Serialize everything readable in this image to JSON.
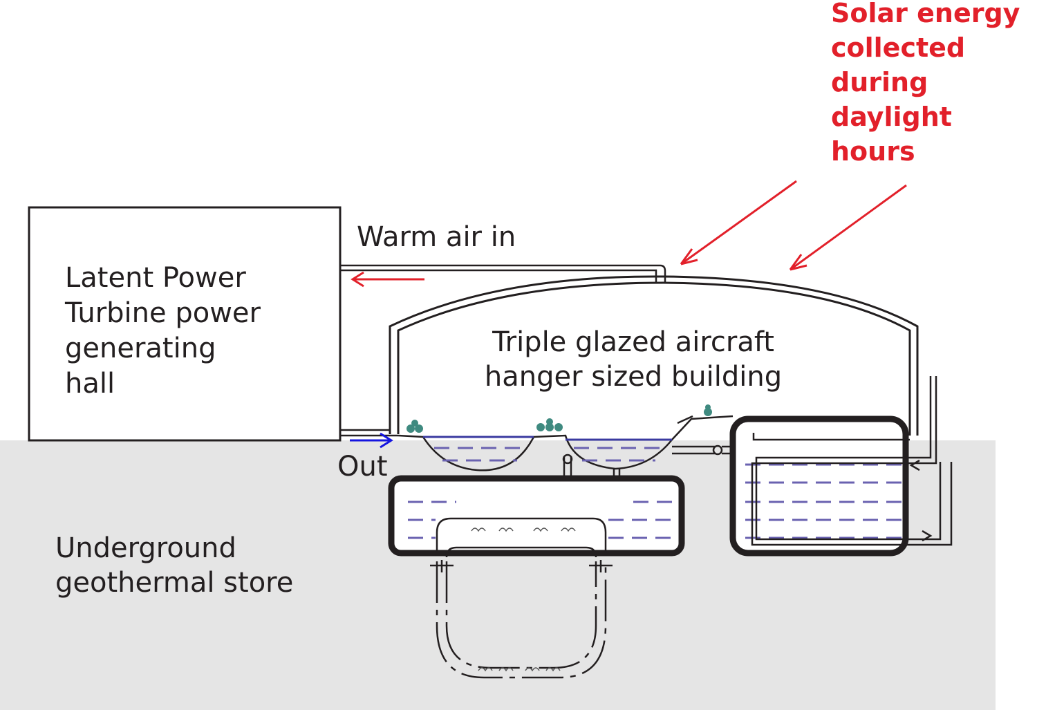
{
  "labels": {
    "solar_line1": "Solar energy",
    "solar_line2": "collected",
    "solar_line3": "during",
    "solar_line4": "daylight",
    "solar_line5": "hours",
    "warm_air_in": "Warm air in",
    "hall_line1": "Latent Power",
    "hall_line2": "Turbine power",
    "hall_line3": "generating",
    "hall_line4": "hall",
    "building_line1": "Triple glazed aircraft",
    "building_line2": "hanger sized building",
    "out": "Out",
    "store_line1": "Underground",
    "store_line2": "geothermal store"
  },
  "colors": {
    "ground": "#e5e5e5",
    "outline": "#231f20",
    "solar_red": "#e2202a",
    "outflow_blue": "#1515e0",
    "water_dash": "#6a62b0",
    "shrub": "#3f8a80"
  }
}
